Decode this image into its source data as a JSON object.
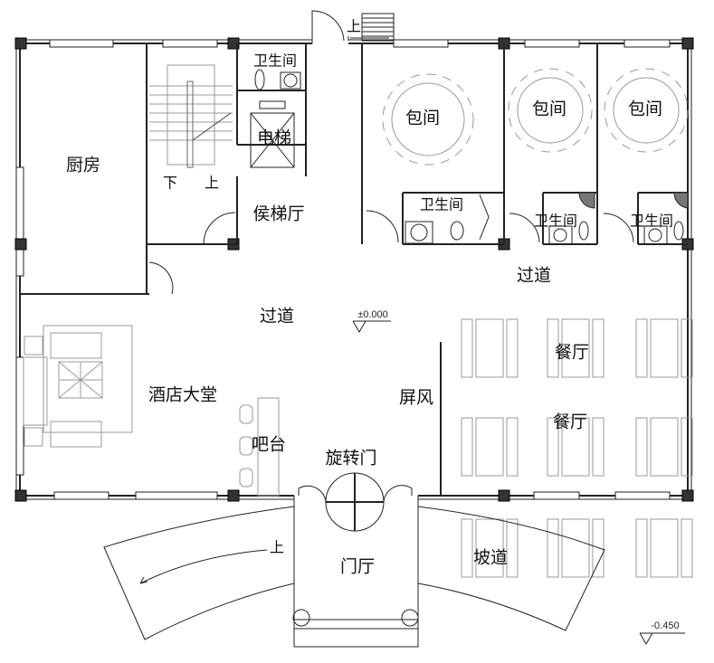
{
  "rooms": {
    "kitchen": "厨房",
    "stair_down": "下",
    "stair_up": "上",
    "top_stair_up": "上",
    "toilet_core": "卫生间",
    "elevator": "电梯",
    "elevator_lobby": "侯梯厅",
    "private_room_1": "包间",
    "private_room_2": "包间",
    "private_room_3": "包间",
    "toilet_1": "卫生间",
    "toilet_2": "卫生间",
    "toilet_3": "卫生间",
    "corridor_right": "过道",
    "corridor_center": "过道",
    "dining_1": "餐厅",
    "dining_2": "餐厅",
    "screen": "屏风",
    "lobby": "酒店大堂",
    "bar": "吧台",
    "revolving_door": "旋转门",
    "vestibule": "门厅",
    "ramp": "坡道",
    "ramp_up": "上"
  },
  "levels": {
    "floor": "±0.000",
    "outside": "-0.450"
  }
}
